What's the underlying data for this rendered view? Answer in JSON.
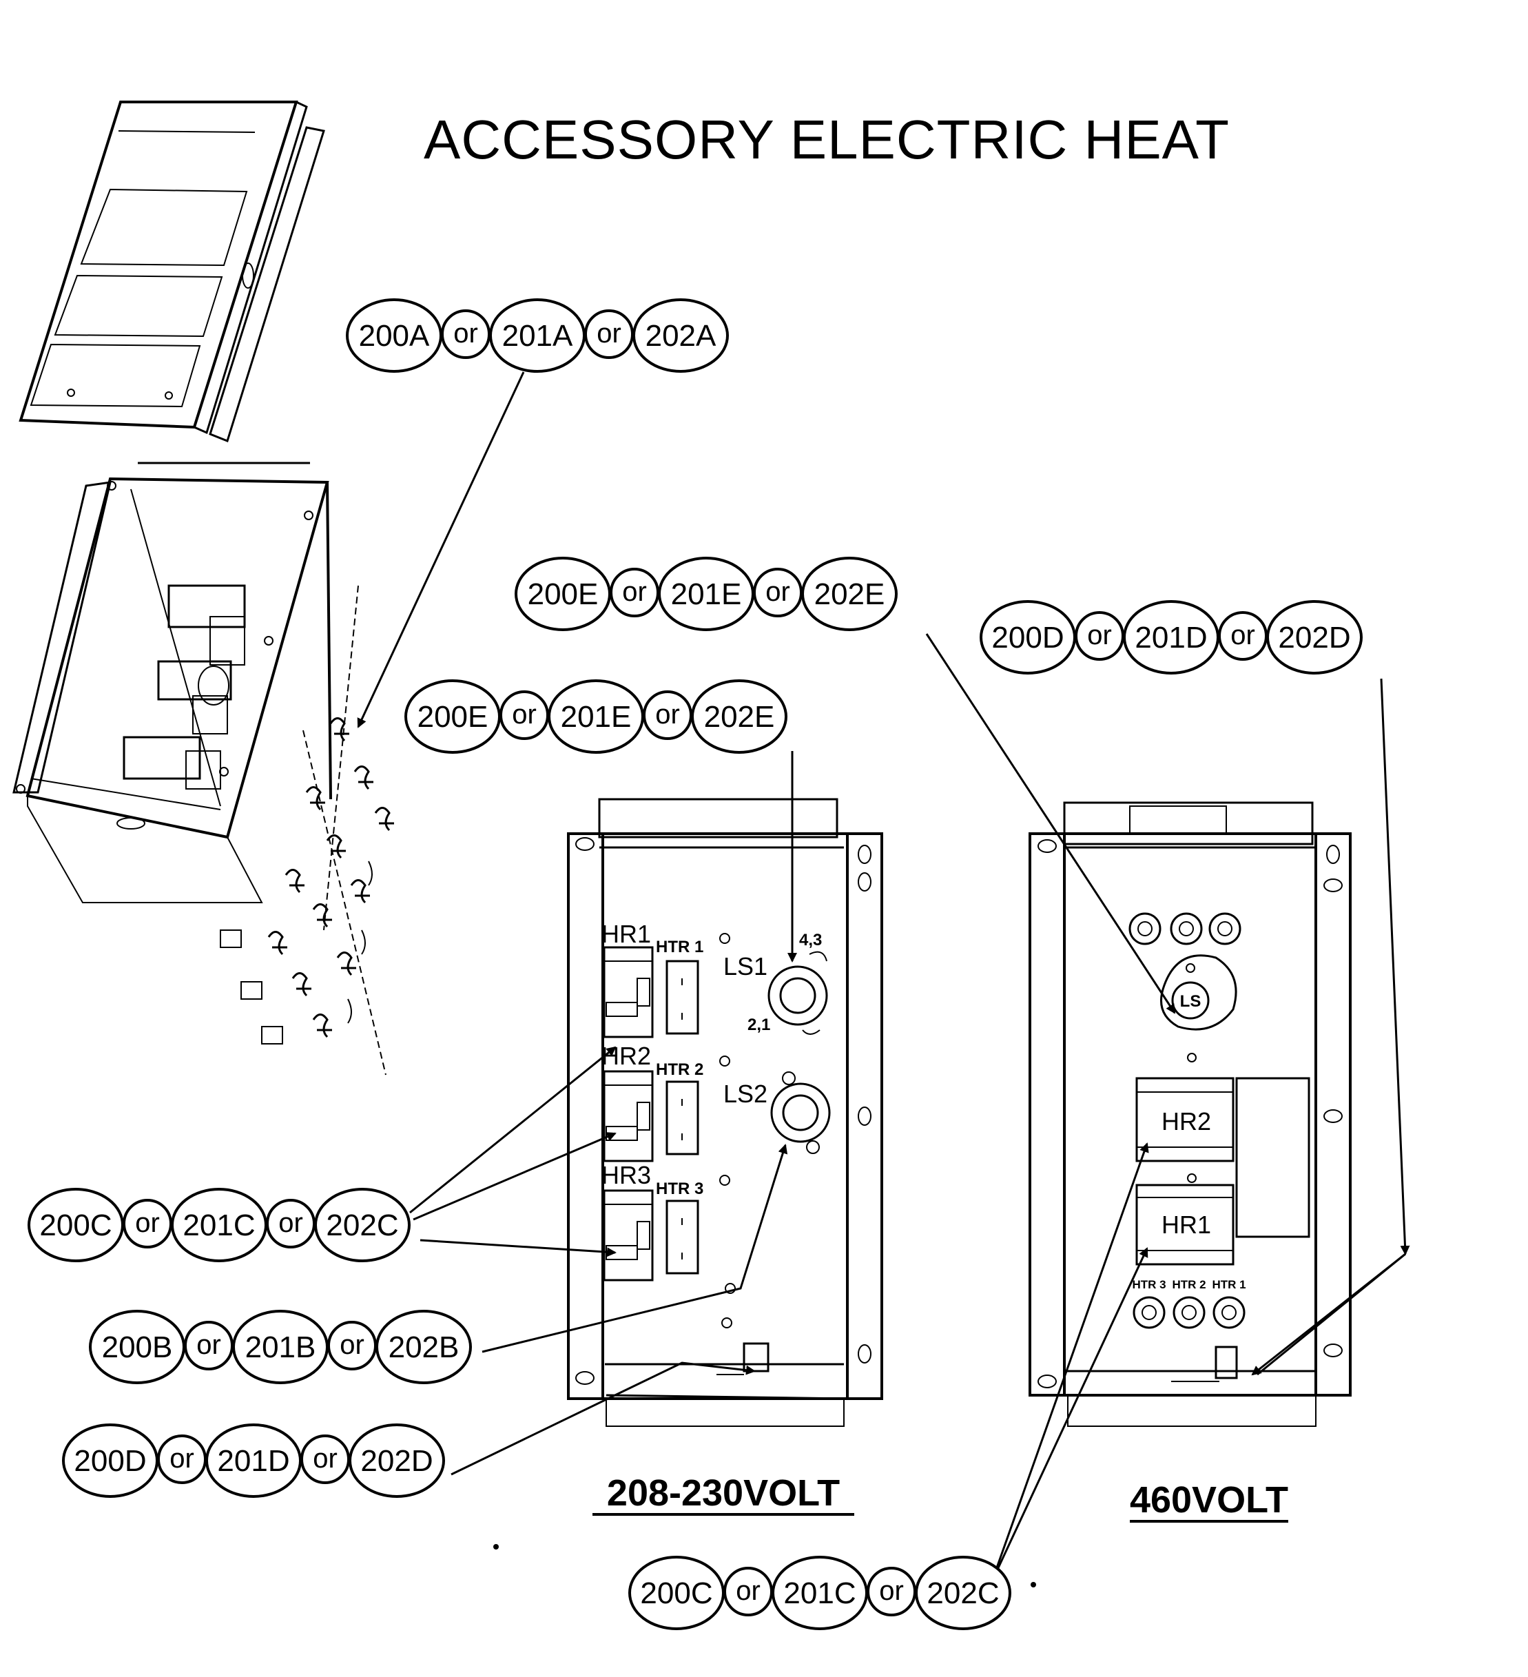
{
  "title": "ACCESSORY ELECTRIC HEAT",
  "or_word": "or",
  "captions": {
    "left_panel": "208-230VOLT",
    "right_panel": "460VOLT"
  },
  "callouts": {
    "a": [
      "200A",
      "201A",
      "202A"
    ],
    "e1": [
      "200E",
      "201E",
      "202E"
    ],
    "e2": [
      "200E",
      "201E",
      "202E"
    ],
    "d1": [
      "200D",
      "201D",
      "202D"
    ],
    "c1": [
      "200C",
      "201C",
      "202C"
    ],
    "b": [
      "200B",
      "201B",
      "202B"
    ],
    "d2": [
      "200D",
      "201D",
      "202D"
    ],
    "c2": [
      "200C",
      "201C",
      "202C"
    ]
  },
  "left_panel": {
    "relays": [
      "HR1",
      "HR2",
      "HR3"
    ],
    "heaters": [
      "HTR 1",
      "HTR 2",
      "HTR 3"
    ],
    "limit_switches": [
      "LS1",
      "LS2"
    ],
    "terminals_top": "4,3",
    "terminals_bottom": "2,1"
  },
  "right_panel": {
    "limit_switch": "LS",
    "relays": [
      "HR2",
      "HR1"
    ],
    "heater_terminals": [
      "HTR 3",
      "HTR 2",
      "HTR 1"
    ]
  }
}
